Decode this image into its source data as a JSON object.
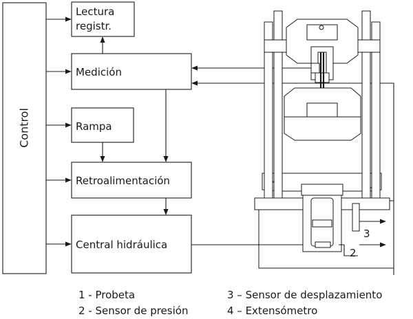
{
  "blocks": {
    "control": "Control",
    "lectura_line1": "Lectura",
    "lectura_line2": "registr.",
    "medicion": "Medición",
    "rampa": "Rampa",
    "retroalimentacion": "Retroalimentación",
    "central": "Central hidráulica"
  },
  "callouts": {
    "sensor_presion": "2",
    "sensor_desplazamiento": "3"
  },
  "legend": {
    "item1": "1 - Probeta",
    "item2": "2 - Sensor de presión",
    "item3": "3 – Sensor de desplazamiento",
    "item4": "4 – Extensómetro"
  },
  "colors": {
    "ink": "#1a1a1a",
    "background": "#ffffff"
  }
}
